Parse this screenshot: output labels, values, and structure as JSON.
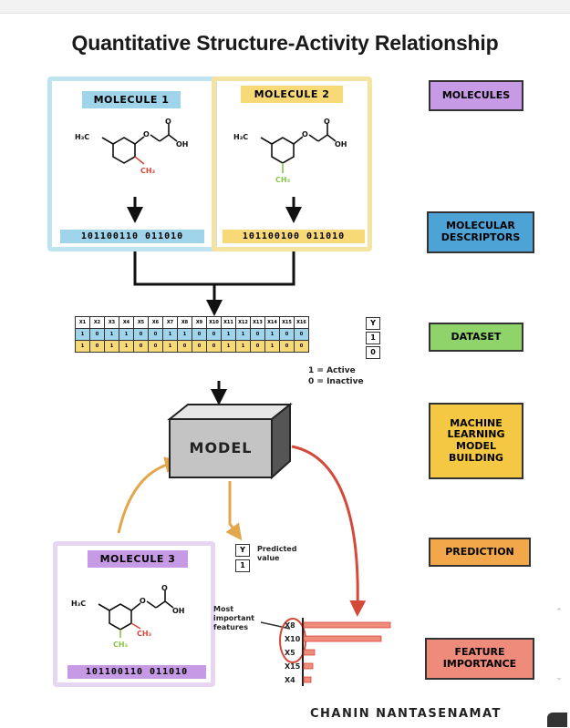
{
  "title": "Quantitative Structure-Activity Relationship",
  "molecules": [
    {
      "label": "MOLECULE 1",
      "bits": "101100110 011010"
    },
    {
      "label": "MOLECULE 2",
      "bits": "101100100 011010"
    },
    {
      "label": "MOLECULE 3",
      "bits": "101100110 011010"
    }
  ],
  "stages": [
    {
      "label": "MOLECULES",
      "color": "#c79ae6"
    },
    {
      "label": "MOLECULAR DESCRIPTORS",
      "color": "#4da3d6"
    },
    {
      "label": "DATASET",
      "color": "#8ed46a"
    },
    {
      "label": "MACHINE LEARNING MODEL BUILDING",
      "color": "#f4c842"
    },
    {
      "label": "PREDICTION",
      "color": "#f2a84a"
    },
    {
      "label": "FEATURE IMPORTANCE",
      "color": "#ef8b7a"
    }
  ],
  "dataset": {
    "headers": [
      "X1",
      "X2",
      "X3",
      "X4",
      "X5",
      "X6",
      "X7",
      "X8",
      "X9",
      "X10",
      "X11",
      "X12",
      "X13",
      "X14",
      "X15",
      "X16"
    ],
    "row1": [
      "1",
      "0",
      "1",
      "1",
      "0",
      "0",
      "1",
      "1",
      "0",
      "0",
      "1",
      "1",
      "0",
      "1",
      "0",
      "0"
    ],
    "row2": [
      "1",
      "0",
      "1",
      "1",
      "0",
      "0",
      "1",
      "0",
      "0",
      "0",
      "1",
      "1",
      "0",
      "1",
      "0",
      "0"
    ],
    "y_header": "Y",
    "y_values": [
      "1",
      "0"
    ],
    "legend_active": "1 = Active",
    "legend_inactive": "0 = Inactive"
  },
  "model_label": "MODEL",
  "prediction": {
    "y_header": "Y",
    "y_value": "1",
    "note": "Predicted value"
  },
  "feature_importance": {
    "note": "Most important features",
    "features": [
      {
        "name": "X8",
        "value": 0.95
      },
      {
        "name": "X10",
        "value": 0.85
      },
      {
        "name": "X5",
        "value": 0.12
      },
      {
        "name": "X15",
        "value": 0.1
      },
      {
        "name": "X4",
        "value": 0.08
      }
    ]
  },
  "author": "CHANIN NANTASENAMAT",
  "colors": {
    "mol1_frame": "#bfe3ef",
    "mol2_frame": "#f5e3a0",
    "mol3_frame": "#e6d6f1",
    "mol1_label": "#9fd4ea",
    "mol2_label": "#f7d978",
    "mol3_label": "#c79ae6",
    "arrow_orange": "#e2a74c",
    "arrow_red": "#d44a3a",
    "methyl_red": "#d04a3a",
    "methyl_green": "#8bc34a"
  }
}
